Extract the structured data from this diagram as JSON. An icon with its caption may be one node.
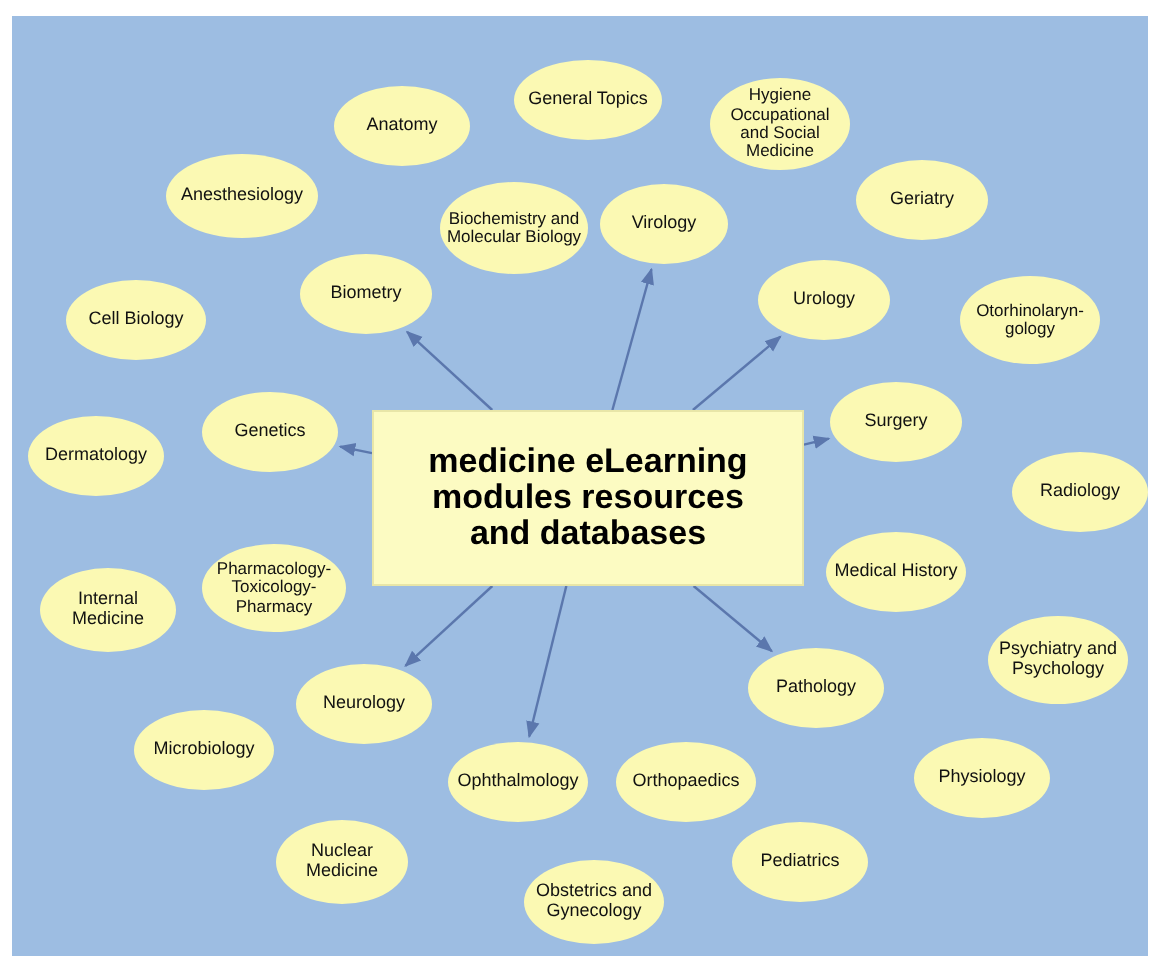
{
  "diagram": {
    "nodes": [
      {
        "text": [
          "medicine eLearning modules resources and databases"
        ]
      },
      {
        "text": [
          "General Topics"
        ]
      },
      {
        "text": [
          "Anatomy"
        ]
      },
      {
        "text": [
          "Hygiene Occupational and Social Medicine"
        ]
      },
      {
        "text": [
          "Anesthesiology"
        ]
      },
      {
        "text": [
          "Geriatry"
        ]
      },
      {
        "text": [
          "Biochemistry and Molecular Biology"
        ]
      },
      {
        "text": [
          "Virology"
        ]
      },
      {
        "text": [
          "Biometry"
        ]
      },
      {
        "text": [
          "Urology"
        ]
      },
      {
        "text": [
          "Cell Biology"
        ]
      },
      {
        "text": [
          "Otorhinolaryn-gology"
        ]
      },
      {
        "text": [
          "Genetics"
        ]
      },
      {
        "text": [
          "Surgery"
        ]
      },
      {
        "text": [
          "Dermatology"
        ]
      },
      {
        "text": [
          "Radiology"
        ]
      },
      {
        "text": [
          "Medical History"
        ]
      },
      {
        "text": [
          "Pharmacology-Toxicology-Pharmacy"
        ]
      },
      {
        "text": [
          "Internal Medicine"
        ]
      },
      {
        "text": [
          "Psychiatry and Psychology"
        ]
      },
      {
        "text": [
          "Pathology"
        ]
      },
      {
        "text": [
          "Neurology"
        ]
      },
      {
        "text": [
          "Microbiology"
        ]
      },
      {
        "text": [
          "Physiology"
        ]
      },
      {
        "text": [
          "Ophthalmology"
        ]
      },
      {
        "text": [
          "Orthopaedics"
        ]
      },
      {
        "text": [
          "Nuclear Medicine"
        ]
      },
      {
        "text": [
          "Pediatrics"
        ]
      },
      {
        "text": [
          "Obstetrics and Gynecology"
        ]
      }
    ],
    "edges": [
      {
        "from": 0,
        "to": 7,
        "arrow": "to"
      },
      {
        "from": 0,
        "to": 9,
        "arrow": "to"
      },
      {
        "from": 0,
        "to": 13,
        "arrow": "to"
      },
      {
        "from": 0,
        "to": 20,
        "arrow": "to"
      },
      {
        "from": 0,
        "to": 24,
        "arrow": "to"
      },
      {
        "from": 0,
        "to": 21,
        "arrow": "to"
      },
      {
        "from": 0,
        "to": 12,
        "arrow": "to"
      },
      {
        "from": 0,
        "to": 8,
        "arrow": "to"
      }
    ]
  }
}
